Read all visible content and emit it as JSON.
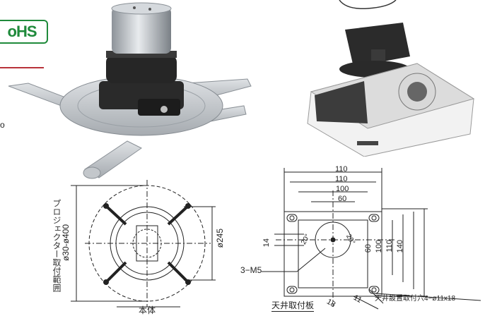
{
  "badge": {
    "text": "oHS"
  },
  "stray_char": "o",
  "left_drawing": {
    "vertical_caption": "プロジェクター取付範囲",
    "dia_range": "ø30-ø400",
    "dia_245": "ø245",
    "body_label": "本体"
  },
  "right_drawing": {
    "dims_top": [
      "110",
      "110",
      "100",
      "60"
    ],
    "dim_14": "14",
    "angle_left": "20°",
    "angle_right": "20°",
    "dims_right": [
      "60",
      "100",
      "110",
      "140"
    ],
    "thread_label": "3−M5",
    "ceiling_plate_label": "天井取付板",
    "dim_18": "18",
    "dim_11": "11",
    "hole_label": "天井設置取付穴4−ø11x18"
  }
}
